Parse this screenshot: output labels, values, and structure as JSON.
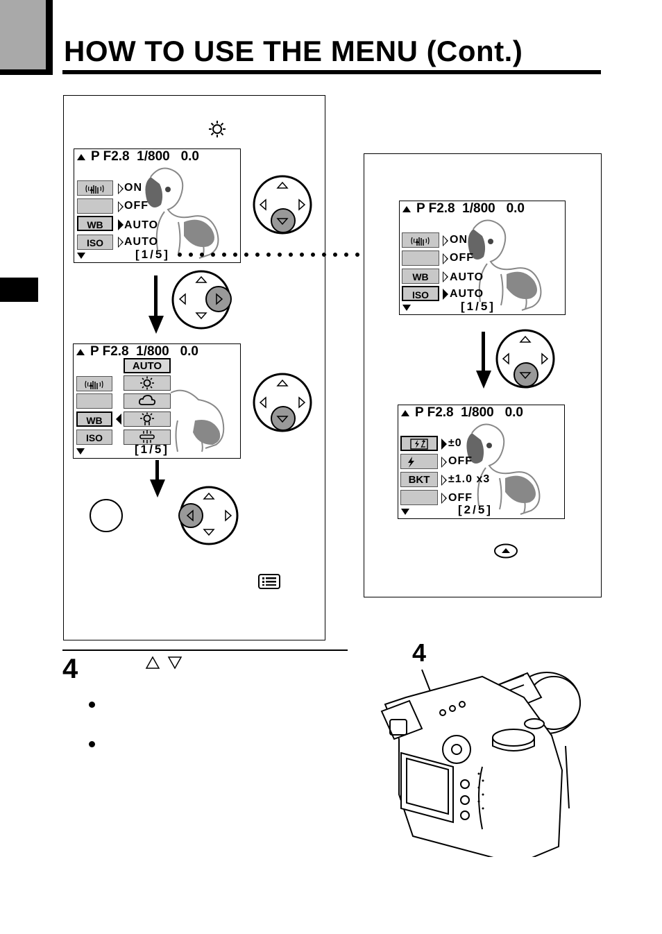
{
  "header": {
    "title": "HOW TO USE THE MENU (Cont.)"
  },
  "lcd": {
    "status_line": "P F2.8  1/800   0.0",
    "page1": "[1/5]",
    "page2": "[2/5]"
  },
  "menu1": {
    "labels": [
      "",
      "",
      "WB",
      "ISO"
    ],
    "values": [
      "ON",
      "OFF",
      "AUTO",
      "AUTO"
    ]
  },
  "menu2": {
    "labels": [
      "",
      "",
      "BKT",
      ""
    ],
    "values": [
      "±0",
      "OFF",
      "±1.0 x3",
      "OFF"
    ]
  },
  "wb_options": {
    "auto": "AUTO"
  },
  "step": {
    "number": "4"
  },
  "camera": {
    "callout": "4"
  },
  "icons": [
    "sun-icon",
    "anti-shake-icon",
    "flash-compensation-icon",
    "flash-icon",
    "menu-list-icon",
    "arrow-up-down-icons",
    "arrow-pad-icon",
    "camera-illustration"
  ]
}
